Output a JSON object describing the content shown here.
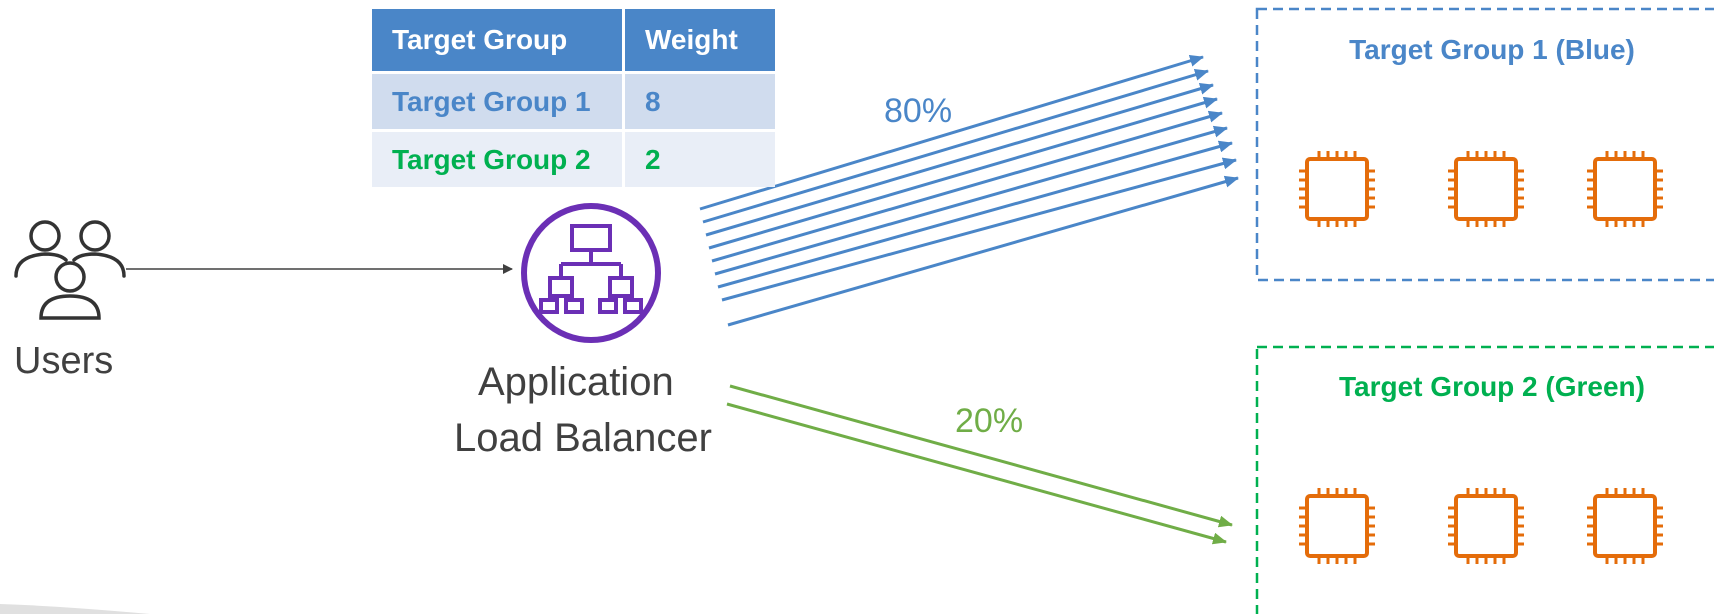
{
  "users": {
    "label": "Users"
  },
  "load_balancer": {
    "line1": "Application",
    "line2": "Load Balancer"
  },
  "weight_table": {
    "headers": [
      "Target Group",
      "Weight"
    ],
    "rows": [
      {
        "group": "Target Group 1",
        "weight": "8"
      },
      {
        "group": "Target Group 2",
        "weight": "2"
      }
    ]
  },
  "traffic": {
    "blue_percent": "80%",
    "green_percent": "20%"
  },
  "target_groups": [
    {
      "title": "Target Group 1 (Blue)",
      "instances": 3
    },
    {
      "title": "Target Group 2 (Green)",
      "instances": 3
    }
  ],
  "colors": {
    "blue": "#4a86c8",
    "green": "#70ad47",
    "green_text": "#00b050",
    "instance_orange": "#e46c0a",
    "alb_purple": "#6b2fb5",
    "text_gray": "#404040"
  }
}
